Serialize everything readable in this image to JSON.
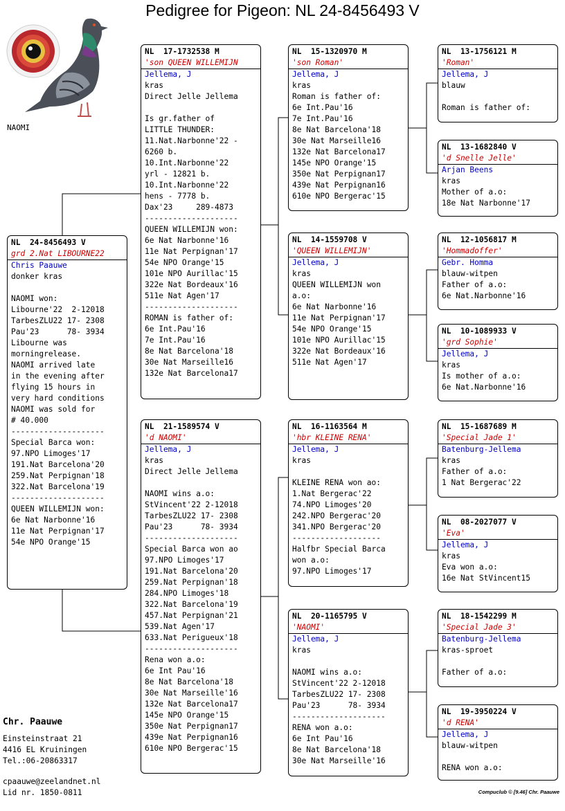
{
  "title": "Pedigree for Pigeon: NL  24-8456493 V",
  "bird_name": "NAOMI",
  "owner": {
    "name": "Chr. Paauwe",
    "street": "Einsteinstraat 21",
    "city": "4416 EL  Kruiningen",
    "phone": "Tel.:06-20863317",
    "email": "cpaauwe@zeelandnet.nl",
    "member": "Lid nr. 1850-0811"
  },
  "footer": "Compuclub © [9.46]  Chr. Paauwe",
  "boxes": {
    "main": {
      "ring": "NL  24-8456493 V",
      "sub": "grd 2.Nat LIBOURNE22",
      "breeder": "Chris Paauwe",
      "lines": [
        "donker kras",
        "",
        "NAOMI won:",
        "Libourne'22  2-12018",
        "TarbesZLU22 17- 2308",
        "Pau'23      78- 3934",
        "Libourne was",
        "morningrelease.",
        "NAOMI arrived late",
        "in the evening after",
        "flying 15 hours in",
        "very hard conditions",
        "NAOMI was sold for",
        "# 40.000",
        "--------------------",
        "Special Barca won:",
        "97.NPO Limoges'17",
        "191.Nat Barcelona'20",
        "259.Nat Perpignan'18",
        "322.Nat Barcelona'19",
        "--------------------",
        "QUEEN WILLEMIJN won:",
        "6e Nat Narbonne'16",
        "11e Nat Perpignan'17",
        "54e NPO Orange'15"
      ]
    },
    "father": {
      "ring": "NL  17-1732538 M",
      "sub": "'son QUEEN WILLEMIJN",
      "breeder": "Jellema, J",
      "lines": [
        "kras",
        "Direct Jelle Jellema",
        "",
        "Is gr.father of",
        "LITTLE THUNDER:",
        "11.Nat.Narbonne'22 -",
        "6260 b.",
        "10.Int.Narbonne'22",
        "yrl - 12821 b.",
        "10.Int.Narbonne'22",
        "hens - 7778 b.",
        "Dax'23     289-4873",
        "--------------------",
        "QUEEN WILLEMIJN won:",
        "6e Nat Narbonne'16",
        "11e Nat Perpignan'17",
        "54e NPO Orange'15",
        "101e NPO Aurillac'15",
        "322e Nat Bordeaux'16",
        "511e Nat Agen'17",
        "--------------------",
        "ROMAN is father of:",
        "6e Int.Pau'16",
        "7e Int.Pau'16",
        "8e Nat Barcelona'18",
        "30e Nat Marseille16",
        "132e Nat Barcelona17"
      ]
    },
    "mother": {
      "ring": "NL  21-1589574 V",
      "sub": "'d NAOMI'",
      "breeder": "Jellema, J",
      "lines": [
        "kras",
        "Direct Jelle Jellema",
        "",
        "NAOMI wins a.o:",
        "StVincent'22 2-12018",
        "TarbesZLU22 17- 2308",
        "Pau'23      78- 3934",
        "--------------------",
        "Special Barca won ao",
        "97.NPO Limoges'17",
        "191.Nat Barcelona'20",
        "259.Nat Perpignan'18",
        "284.NPO Limoges'18",
        "322.Nat Barcelona'19",
        "457.Nat Perpignan'21",
        "539.Nat Agen'17",
        "633.Nat Perigueux'18",
        "--------------------",
        "Rena won a.o:",
        "6e Int Pau'16",
        "8e Nat Barcelona'18",
        "30e Nat Marseille'16",
        "132e Nat Barcelona17",
        "145e NPO Orange'15",
        "350e Nat Perpignan17",
        "439e Nat Perpignan16",
        "610e NPO Bergerac'15"
      ]
    },
    "ff": {
      "ring": "NL  15-1320970 M",
      "sub": "'son Roman'",
      "breeder": "Jellema, J",
      "lines": [
        "kras",
        "Roman is father of:",
        "6e Int.Pau'16",
        "7e Int.Pau'16",
        "8e Nat Barcelona'18",
        "30e Nat Marseille16",
        "132e Nat Barcelona17",
        "145e NPO Orange'15",
        "350e Nat Perpignan17",
        "439e Nat Perpignan16",
        "610e NPO Bergerac'15"
      ]
    },
    "fm": {
      "ring": "NL  14-1559708 V",
      "sub": "'QUEEN WILLEMIJN'",
      "breeder": "Jellema, J",
      "lines": [
        "kras",
        "QUEEN WILLEMIJN won",
        "a.o:",
        "6e Nat Narbonne'16",
        "11e Nat Perpignan'17",
        "54e NPO Orange'15",
        "101e NPO Aurillac'15",
        "322e Nat Bordeaux'16",
        "511e Nat Agen'17"
      ]
    },
    "mf": {
      "ring": "NL  16-1163564 M",
      "sub": "'hbr KLEINE RENA'",
      "breeder": "Jellema, J",
      "lines": [
        "kras",
        "",
        "KLEINE RENA won ao:",
        "1.Nat Bergerac'22",
        "74.NPO Limoges'20",
        "242.NPO Bergerac'20",
        "341.NPO Bergerac'20",
        "-------------------",
        "Halfbr Special Barca",
        "won a.o:",
        "97.NPO Limoges'17"
      ]
    },
    "mm": {
      "ring": "NL  20-1165795 V",
      "sub": "'NAOMI'",
      "breeder": "Jellema, J",
      "lines": [
        "kras",
        "",
        "NAOMI wins a.o:",
        "StVincent'22 2-12018",
        "TarbesZLU22 17- 2308",
        "Pau'23      78- 3934",
        "--------------------",
        "RENA won a.o:",
        "6e Int Pau'16",
        "8e Nat Barcelona'18",
        "30e Nat Marseille'16"
      ]
    },
    "fff": {
      "ring": "NL  13-1756121 M",
      "sub": "'Roman'",
      "breeder": "Jellema, J",
      "lines": [
        "blauw",
        "",
        "Roman is father of:"
      ]
    },
    "ffm": {
      "ring": "NL  13-1682840 V",
      "sub": "'d Snelle Jelle'",
      "breeder": "Arjan Beens",
      "lines": [
        "kras",
        "Mother of a.o:",
        "18e Nat Narbonne'17"
      ]
    },
    "fmf": {
      "ring": "NL  12-1056817 M",
      "sub": "'Hommadoffer'",
      "breeder": "Gebr. Homma",
      "lines": [
        "blauw-witpen",
        "Father of a.o:",
        "6e Nat.Narbonne'16"
      ]
    },
    "fmm": {
      "ring": "NL  10-1089933 V",
      "sub": "'grd Sophie'",
      "breeder": "Jellema, J",
      "lines": [
        "kras",
        "Is mother of a.o:",
        "6e Nat.Narbonne'16"
      ]
    },
    "mff": {
      "ring": "NL  15-1687689 M",
      "sub": "'Special Jade 1'",
      "breeder": "Batenburg-Jellema",
      "lines": [
        "kras",
        "Father of a.o:",
        "1 Nat Bergerac'22"
      ]
    },
    "mfm": {
      "ring": "NL  08-2027077 V",
      "sub": "'Eva'",
      "breeder": "Jellema, J",
      "lines": [
        "kras",
        "Eva won a.o:",
        "16e Nat StVincent15"
      ]
    },
    "mmf": {
      "ring": "NL  18-1542299 M",
      "sub": "'Special Jade 3'",
      "breeder": "Batenburg-Jellema",
      "lines": [
        "kras-sproet",
        "",
        "Father of a.o:"
      ]
    },
    "mmm": {
      "ring": "NL  19-3950224 V",
      "sub": "'d RENA'",
      "breeder": "Jellema, J",
      "lines": [
        "blauw-witpen",
        "",
        "RENA won a.o:"
      ]
    }
  }
}
